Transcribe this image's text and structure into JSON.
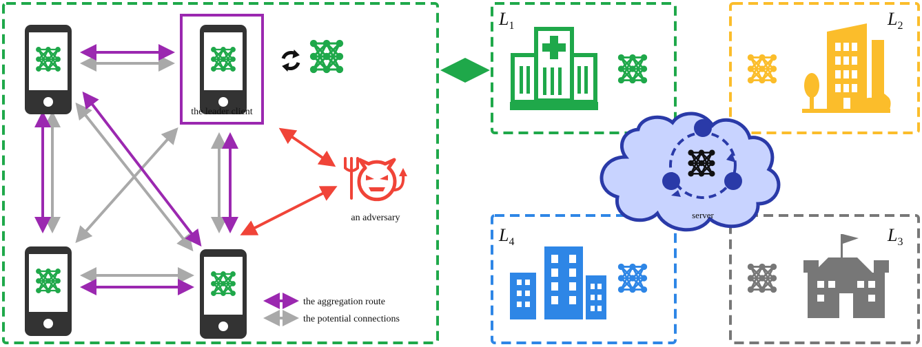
{
  "left_panel": {
    "leader_label": "the leader client",
    "adversary_label": "an adversary",
    "legend": {
      "aggregation": "the aggregation route",
      "potential": "the potential connections"
    }
  },
  "server_label": "server",
  "locations": [
    {
      "letter": "L",
      "sub": "1",
      "kind": "hospital",
      "color": "#1fa84a"
    },
    {
      "letter": "L",
      "sub": "2",
      "kind": "apartment",
      "color": "#fbbd2b"
    },
    {
      "letter": "L",
      "sub": "3",
      "kind": "school",
      "color": "#777777"
    },
    {
      "letter": "L",
      "sub": "4",
      "kind": "office",
      "color": "#2e86e6"
    }
  ],
  "colors": {
    "green": "#1fa84a",
    "purple": "#9b28b0",
    "gray": "#a9a9a9",
    "red": "#f04438",
    "blue": "#2e86e6",
    "yellow": "#fbbd2b",
    "dark_gray": "#777777",
    "cloud_fill": "#c8d3ff",
    "cloud_stroke": "#2a3aa8",
    "phone": "#333333"
  }
}
